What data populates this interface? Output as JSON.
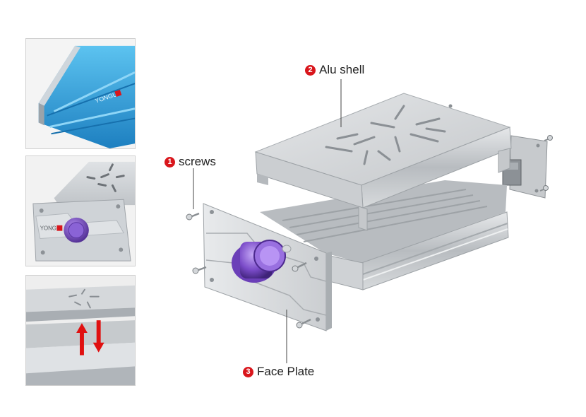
{
  "callouts": {
    "alu_shell": {
      "number": "2",
      "label": "Alu shell"
    },
    "screws": {
      "number": "1",
      "label": "screws"
    },
    "face_plate": {
      "number": "3",
      "label": "Face Plate"
    }
  },
  "thumbnails": {
    "brand_mark": "YONGU"
  },
  "colors": {
    "badge_red": "#d9161c",
    "shell_blue": "#2a9fd8",
    "knob_purple": "#7a4bc8",
    "arrow_red": "#e01010",
    "aluminum": "#c9ccd0"
  },
  "icons": {
    "number_badge": "red-circle-number-icon"
  }
}
